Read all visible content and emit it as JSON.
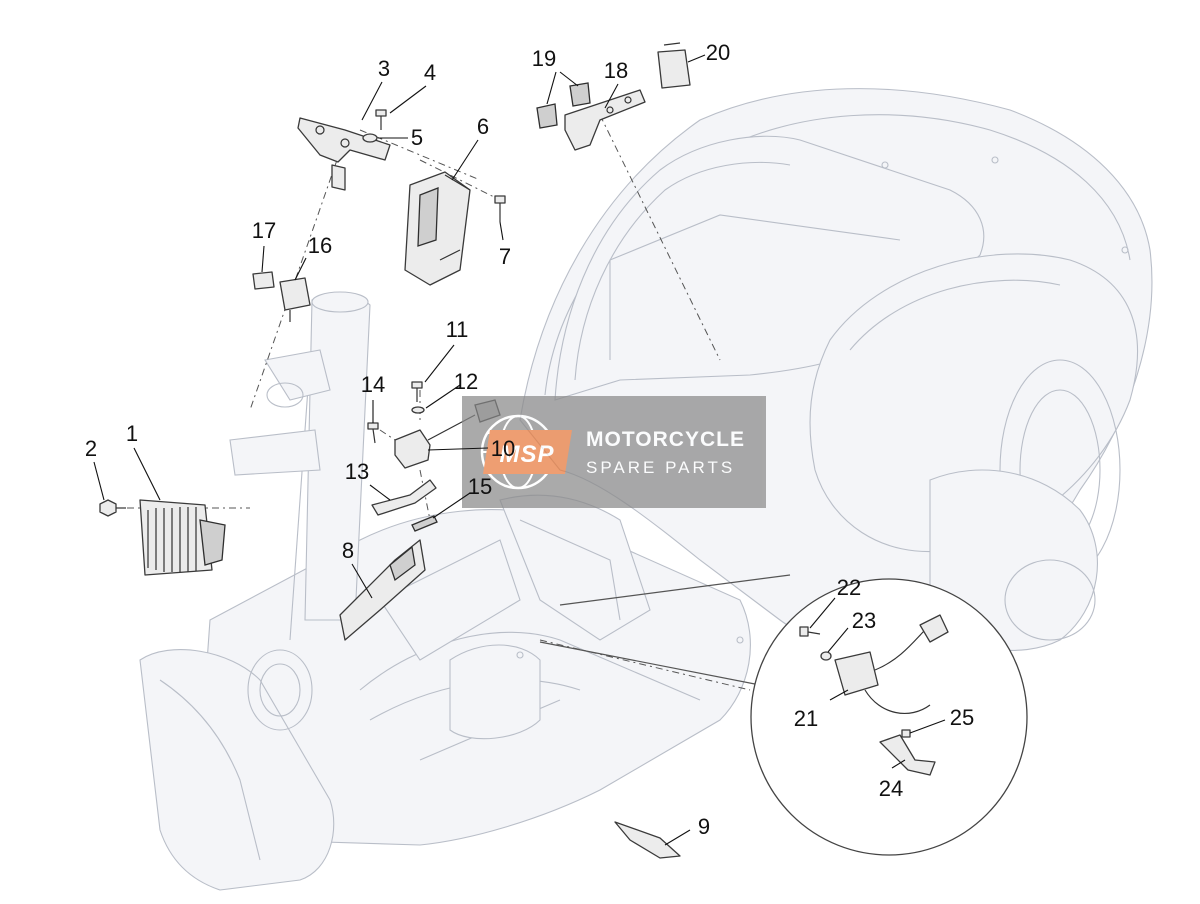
{
  "watermark": {
    "logo_text": "MSP",
    "title": "MOTORCYCLE",
    "subtitle": "SPARE PARTS",
    "logo_color": "#e87a3c"
  },
  "callouts": {
    "n1": "1",
    "n2": "2",
    "n3": "3",
    "n4": "4",
    "n5": "5",
    "n6": "6",
    "n7": "7",
    "n8": "8",
    "n9": "9",
    "n10": "10",
    "n11": "11",
    "n12": "12",
    "n13": "13",
    "n14": "14",
    "n15": "15",
    "n16": "16",
    "n17": "17",
    "n18": "18",
    "n19": "19",
    "n20": "20",
    "n21": "21",
    "n22": "22",
    "n23": "23",
    "n24": "24",
    "n25": "25"
  },
  "colors": {
    "ghost_outline": "#b9bec8",
    "part_outline": "#3a3a3a",
    "watermark_band": "#8a8a8a"
  }
}
